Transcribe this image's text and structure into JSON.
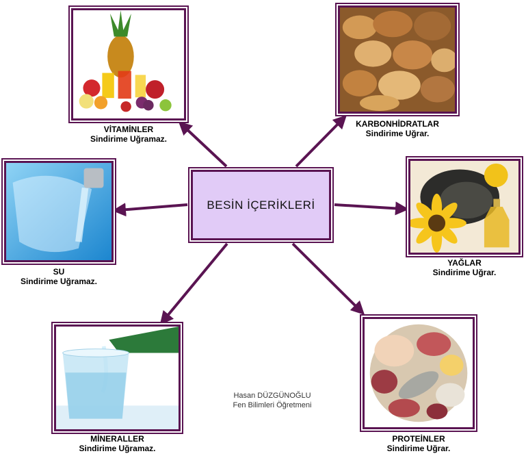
{
  "center": {
    "label": "BESİN İÇERİKLERİ"
  },
  "nutrients": {
    "vitamins": {
      "name": "VİTAMİNLER",
      "note": "Sindirime Uğramaz."
    },
    "carbs": {
      "name": "KARBONHİDRATLAR",
      "note": "Sindirime Uğrar."
    },
    "water": {
      "name": "SU",
      "note": "Sindirime Uğramaz."
    },
    "fats": {
      "name": "YAĞLAR",
      "note": "Sindirime Uğrar."
    },
    "minerals": {
      "name": "MİNERALLER",
      "note": "Sindirime Uğramaz."
    },
    "proteins": {
      "name": "PROTEİNLER",
      "note": "Sindirime Uğrar."
    }
  },
  "credit": {
    "author": "Hasan DÜZGÜNOĞLU",
    "role": "Fen Bilimleri Öğretmeni"
  },
  "colors": {
    "frame": "#5a1452",
    "arrow": "#5a1452",
    "center_fill": "#e1cbf7"
  }
}
